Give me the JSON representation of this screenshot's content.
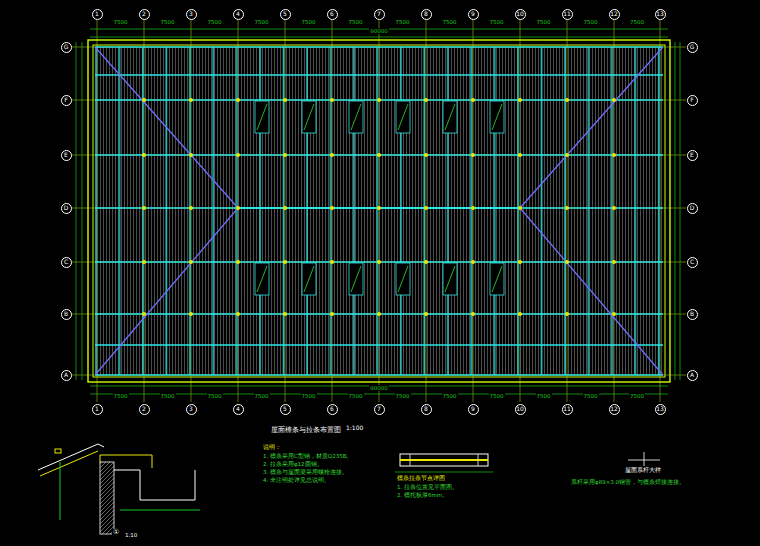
{
  "diagram": {
    "title": "屋面檩条与拉条布置图",
    "nodes": [
      {
        "text": [
          "1"
        ]
      },
      {
        "text": [
          "2"
        ]
      },
      {
        "text": [
          "3"
        ]
      },
      {
        "text": [
          "4"
        ]
      },
      {
        "text": [
          "5"
        ]
      },
      {
        "text": [
          "6"
        ]
      },
      {
        "text": [
          "7"
        ]
      },
      {
        "text": [
          "8"
        ]
      },
      {
        "text": [
          "9"
        ]
      },
      {
        "text": [
          "10"
        ]
      },
      {
        "text": [
          "11"
        ]
      },
      {
        "text": [
          "12"
        ]
      },
      {
        "text": [
          "13"
        ]
      },
      {
        "text": [
          "G"
        ]
      },
      {
        "text": [
          "F"
        ]
      },
      {
        "text": [
          "E"
        ]
      },
      {
        "text": [
          "D"
        ]
      },
      {
        "text": [
          "C"
        ]
      },
      {
        "text": [
          "B"
        ]
      },
      {
        "text": [
          "A"
        ]
      },
      {
        "text": [
          "G"
        ]
      },
      {
        "text": [
          "F"
        ]
      },
      {
        "text": [
          "E"
        ]
      },
      {
        "text": [
          "D"
        ]
      },
      {
        "text": [
          "C"
        ]
      },
      {
        "text": [
          "B"
        ]
      },
      {
        "text": [
          "A"
        ]
      },
      {
        "text": [
          "1"
        ]
      },
      {
        "text": [
          "2"
        ]
      },
      {
        "text": [
          "3"
        ]
      },
      {
        "text": [
          "4"
        ]
      },
      {
        "text": [
          "5"
        ]
      },
      {
        "text": [
          "6"
        ]
      },
      {
        "text": [
          "7"
        ]
      },
      {
        "text": [
          "8"
        ]
      },
      {
        "text": [
          "9"
        ]
      },
      {
        "text": [
          "10"
        ]
      },
      {
        "text": [
          "11"
        ]
      },
      {
        "text": [
          "12"
        ]
      },
      {
        "text": [
          "13"
        ]
      }
    ],
    "labels": [
      "1:100",
      "说明：",
      "1. 檩条采用C型钢，材质Q235B。",
      "2. 拉条采用φ12圆钢。",
      "3. 檩条与屋面梁采用螺栓连接。",
      "4. 未注明处详见总说明。",
      "檩条拉条节点详图",
      "1. 拉条位置见平面图。",
      "2. 檩托板厚6mm。",
      "屋面系杆大样",
      "系杆采用φ89×3.0钢管，与檩条焊接连接。",
      "①",
      "1:10",
      "90000",
      "90000",
      "7500",
      "7500",
      "7500",
      "7500",
      "7500",
      "7500",
      "7500",
      "7500",
      "7500",
      "7500",
      "7500",
      "7500",
      "7500",
      "7500",
      "7500",
      "7500",
      "7500",
      "7500",
      "7500",
      "7500",
      "7500",
      "7500",
      "7500",
      "7500"
    ]
  }
}
